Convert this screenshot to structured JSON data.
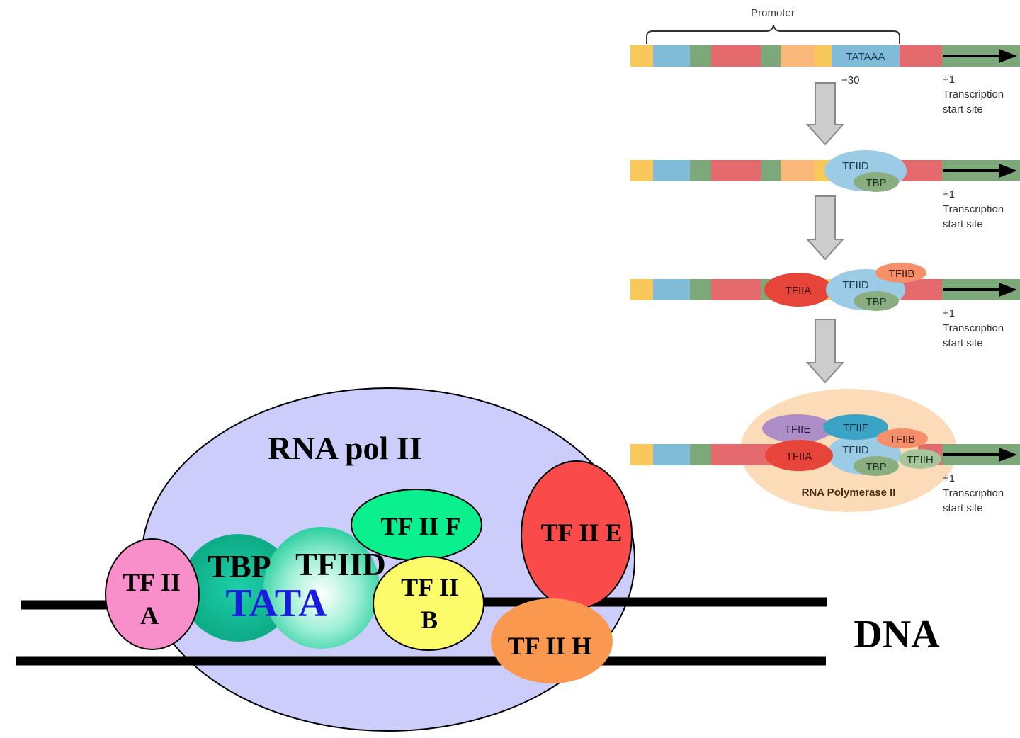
{
  "colors": {
    "yellow": "#f9c85a",
    "blue": "#80bcd8",
    "green": "#7da87a",
    "red": "#e56a6e",
    "orange": "#fbb87a",
    "tfiid": "#9ccbe5",
    "tbp": "#8aae7f",
    "tfiia": "#e8453a",
    "tfiib": "#f7906a",
    "tfiie": "#ad8ec6",
    "tfiif": "#3aa3c6",
    "tfiih": "#a7c49b",
    "pol_halo": "#fcdcb8",
    "arrow_fill": "#cccccc",
    "arrow_stroke": "#8a8a8a",
    "dna": "#000000",
    "pol2_body": "#cccdfb",
    "tata": "#1a1ae0",
    "big_tbp": "#12c29a",
    "big_tfiid": "#5fe0b8",
    "big_tf2a": "#f98fca",
    "big_tf2b": "#fcfc6a",
    "big_tf2e": "#fb4a4a",
    "big_tf2f": "#0af08e",
    "big_tf2h": "#fb9850"
  },
  "panel": {
    "promoter_label": "Promoter",
    "tataaa_label": "TATAAA",
    "minus30_label": "−30",
    "plus1_label": "+1",
    "start_line1": "Transcription",
    "start_line2": "start site",
    "tfiid_label": "TFIID",
    "tbp_label": "TBP",
    "tfiia_label": "TFIIA",
    "tfiib_label": "TFIIB",
    "tfiie_label": "TFIIE",
    "tfiif_label": "TFIIF",
    "tfiih_label": "TFIIH",
    "rnap_label": "RNA Polymerase II"
  },
  "complex": {
    "pol2_label": "RNA pol II",
    "tbp_label": "TBP",
    "tfiid_label": "TFIID",
    "tata_label": "TATA",
    "tf2a_line1": "TF II",
    "tf2a_line2": "A",
    "tf2b_line1": "TF II",
    "tf2b_line2": "B",
    "tf2e_label": "TF II E",
    "tf2f_label": "TF II F",
    "tf2h_label": "TF II H",
    "dna_label": "DNA"
  }
}
